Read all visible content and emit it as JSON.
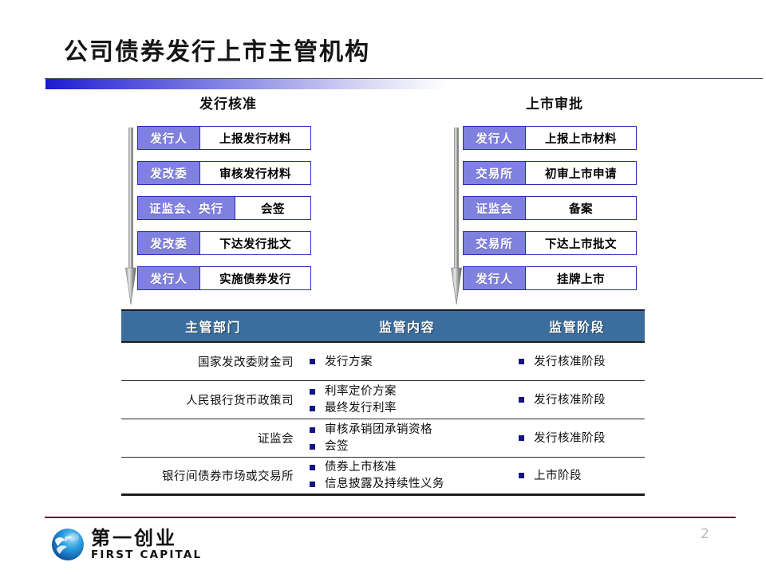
{
  "slide": {
    "title": "公司债券发行上市主管机构",
    "page_number": "2",
    "accent_blue": "#1a1ad0",
    "actor_fill": "#8080e0",
    "table_header_fill": "#3b6e9e",
    "footer_rule_color": "#6b1133",
    "bullet_color": "#141484"
  },
  "flow_sections": [
    {
      "heading": "发行核准",
      "arrow_icon": "down-arrow-icon",
      "steps": [
        {
          "actor": "发行人",
          "action": "上报发行材料",
          "actor_width": "narrow"
        },
        {
          "actor": "发改委",
          "action": "审核发行材料",
          "actor_width": "narrow"
        },
        {
          "actor": "证监会、央行",
          "action": "会签",
          "actor_width": "wide"
        },
        {
          "actor": "发改委",
          "action": "下达发行批文",
          "actor_width": "narrow"
        },
        {
          "actor": "发行人",
          "action": "实施债券发行",
          "actor_width": "narrow"
        }
      ]
    },
    {
      "heading": "上市审批",
      "arrow_icon": "down-arrow-icon",
      "steps": [
        {
          "actor": "发行人",
          "action": "上报上市材料",
          "actor_width": "narrow"
        },
        {
          "actor": "交易所",
          "action": "初审上市申请",
          "actor_width": "narrow"
        },
        {
          "actor": "证监会",
          "action": "备案",
          "actor_width": "narrow"
        },
        {
          "actor": "交易所",
          "action": "下达上市批文",
          "actor_width": "narrow"
        },
        {
          "actor": "发行人",
          "action": "挂牌上市",
          "actor_width": "narrow"
        }
      ]
    }
  ],
  "table": {
    "headers": [
      "主管部门",
      "监管内容",
      "监管阶段"
    ],
    "rows": [
      {
        "department": "国家发改委财金司",
        "scope": [
          "发行方案"
        ],
        "stage": [
          "发行核准阶段"
        ]
      },
      {
        "department": "人民银行货币政策司",
        "scope": [
          "利率定价方案",
          "最终发行利率"
        ],
        "stage": [
          "发行核准阶段"
        ]
      },
      {
        "department": "证监会",
        "scope": [
          "审核承销团承销资格",
          "会签"
        ],
        "stage": [
          "发行核准阶段"
        ]
      },
      {
        "department": "银行间债券市场或交易所",
        "scope": [
          "债券上市核准",
          "信息披露及持续性义务"
        ],
        "stage": [
          "上市阶段"
        ]
      }
    ]
  },
  "footer": {
    "logo_icon": "globe-icon",
    "logo_cn": "第一创业",
    "logo_en": "FIRST CAPITAL"
  }
}
